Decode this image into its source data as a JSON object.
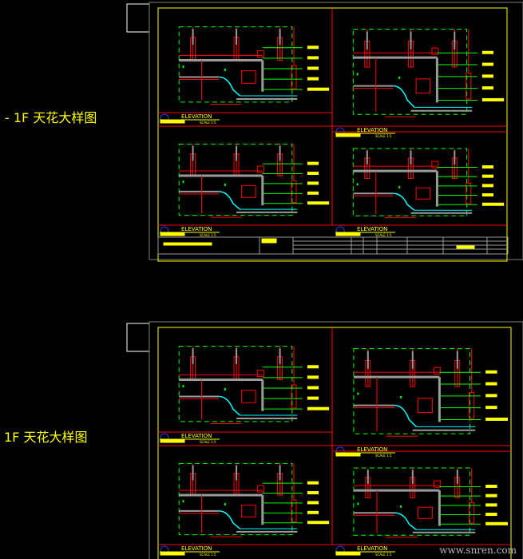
{
  "sheets": [
    {
      "label": "- 1F 天花大样图",
      "panel_title": "ELEVATION",
      "scale": "SCALE 1:5"
    },
    {
      "label": "1F 天花大样图",
      "panel_title": "ELEVATION",
      "scale": "SCALE 1:5"
    }
  ],
  "watermark": "www.snren.com",
  "colors": {
    "background": "#000000",
    "frame": "#ffff00",
    "divider": "#ff0000",
    "dim": "#00ff00",
    "finish": "#00ffff",
    "structure": "#9a9a9a",
    "marker": "#1f3fff"
  }
}
